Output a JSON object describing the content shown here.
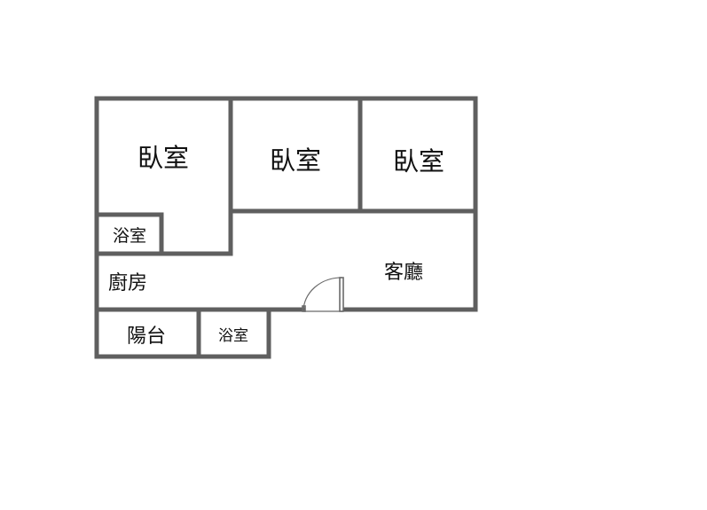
{
  "floorplan": {
    "rooms": {
      "bedroom_1": "臥室",
      "bedroom_2": "臥室",
      "bedroom_3": "臥室",
      "bathroom_1": "浴室",
      "bathroom_2": "浴室",
      "kitchen": "廚房",
      "living_room": "客廳",
      "balcony": "陽台"
    },
    "colors": {
      "wall": "#5f5f5f",
      "text": "#111111",
      "background": "#ffffff"
    }
  }
}
